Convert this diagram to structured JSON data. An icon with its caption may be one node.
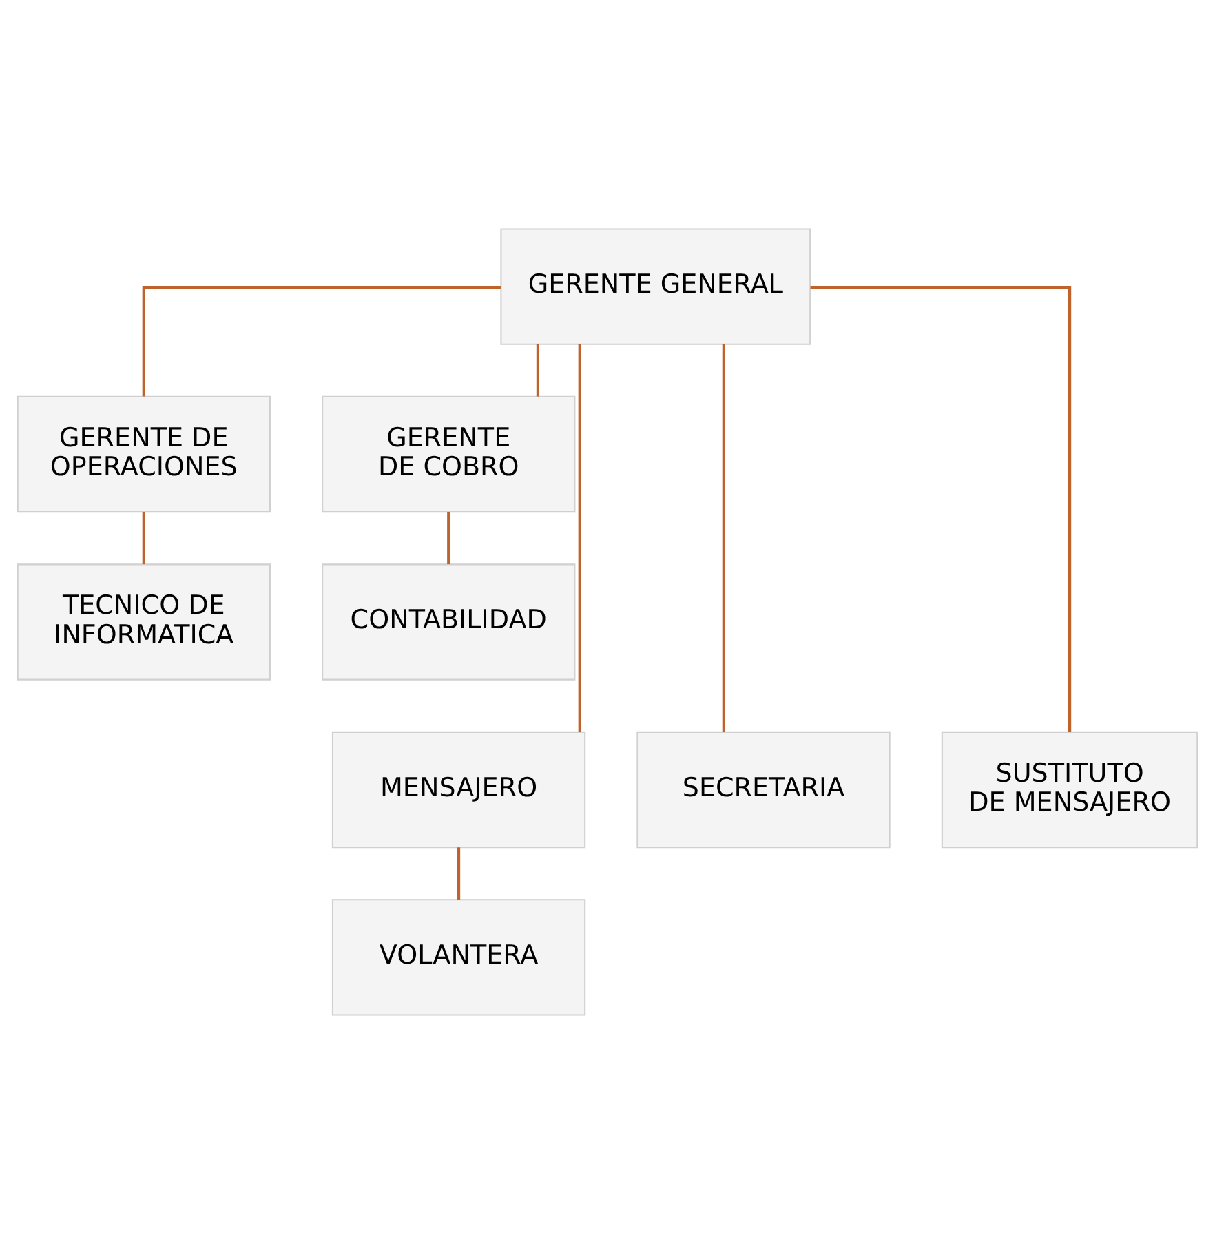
{
  "diagram": {
    "nodes": [
      {
        "text": [
          "GERENTE GENERAL"
        ]
      },
      {
        "text": [
          "GERENTE DE OPERACIONES"
        ]
      },
      {
        "text": [
          "GERENTE DE COBRO"
        ]
      },
      {
        "text": [
          "TECNICO DE INFORMATICA"
        ]
      },
      {
        "text": [
          "CONTABILIDAD"
        ]
      },
      {
        "text": [
          "MENSAJERO"
        ]
      },
      {
        "text": [
          "SECRETARIA"
        ]
      },
      {
        "text": [
          "SUSTITUTO DE MENSAJERO"
        ]
      },
      {
        "text": [
          "VOLANTERA"
        ]
      }
    ],
    "edges": [
      {
        "from": 0,
        "to": 1,
        "arrow": "none"
      },
      {
        "from": 0,
        "to": 2,
        "arrow": "none"
      },
      {
        "from": 1,
        "to": 3,
        "arrow": "none"
      },
      {
        "from": 2,
        "to": 4,
        "arrow": "none"
      },
      {
        "from": 0,
        "to": 5,
        "arrow": "none"
      },
      {
        "from": 0,
        "to": 6,
        "arrow": "none"
      },
      {
        "from": 0,
        "to": 7,
        "arrow": "none"
      },
      {
        "from": 5,
        "to": 8,
        "arrow": "none"
      }
    ]
  }
}
